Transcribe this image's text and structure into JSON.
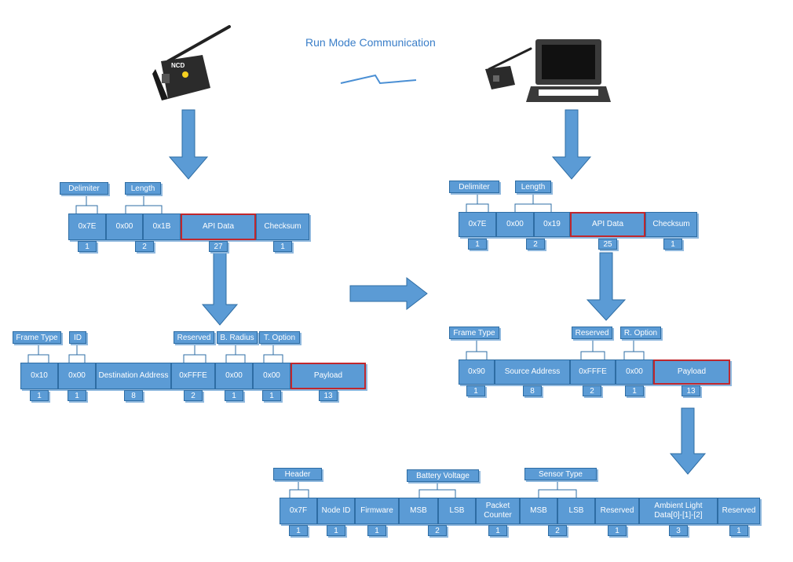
{
  "title": "Run Mode Communication",
  "colors": {
    "box": "#5b9bd5",
    "box_border": "#2e6da4",
    "highlight": "#c0272d",
    "title": "#3a7ec8"
  },
  "frame_tx": {
    "fields": [
      "0x7E",
      "0x00",
      "0x1B",
      "API Data",
      "Checksum"
    ],
    "labels": [
      "Delimiter",
      "Length"
    ],
    "counts": [
      "1",
      "2",
      "27",
      "1"
    ]
  },
  "frame_rx": {
    "fields": [
      "0x7E",
      "0x00",
      "0x19",
      "API Data",
      "Checksum"
    ],
    "labels": [
      "Delimiter",
      "Length"
    ],
    "counts": [
      "1",
      "2",
      "25",
      "1"
    ]
  },
  "api_tx": {
    "fields": [
      "0x10",
      "0x00",
      "Destination Address",
      "0xFFFE",
      "0x00",
      "0x00",
      "Payload"
    ],
    "labels": [
      "Frame Type",
      "ID",
      "Reserved",
      "B. Radius",
      "T. Option"
    ],
    "counts": [
      "1",
      "1",
      "8",
      "2",
      "1",
      "1",
      "13"
    ]
  },
  "api_rx": {
    "fields": [
      "0x90",
      "Source Address",
      "0xFFFE",
      "0x00",
      "Payload"
    ],
    "labels": [
      "Frame Type",
      "Reserved",
      "R. Option"
    ],
    "counts": [
      "1",
      "8",
      "2",
      "1",
      "13"
    ]
  },
  "payload": {
    "fields": [
      "0x7F",
      "Node ID",
      "Firmware",
      "MSB",
      "LSB",
      "Packet Counter",
      "MSB",
      "LSB",
      "Reserved",
      "Ambient Light Data[0]-[1]-[2]",
      "Reserved"
    ],
    "labels": [
      "Header",
      "Battery Voltage",
      "Sensor Type"
    ],
    "counts": [
      "1",
      "1",
      "1",
      "2",
      "1",
      "2",
      "1",
      "3",
      "1"
    ]
  },
  "device_icons": [
    "wireless-sensor-icon",
    "usb-modem-icon",
    "laptop-icon",
    "lightning-link-icon"
  ]
}
